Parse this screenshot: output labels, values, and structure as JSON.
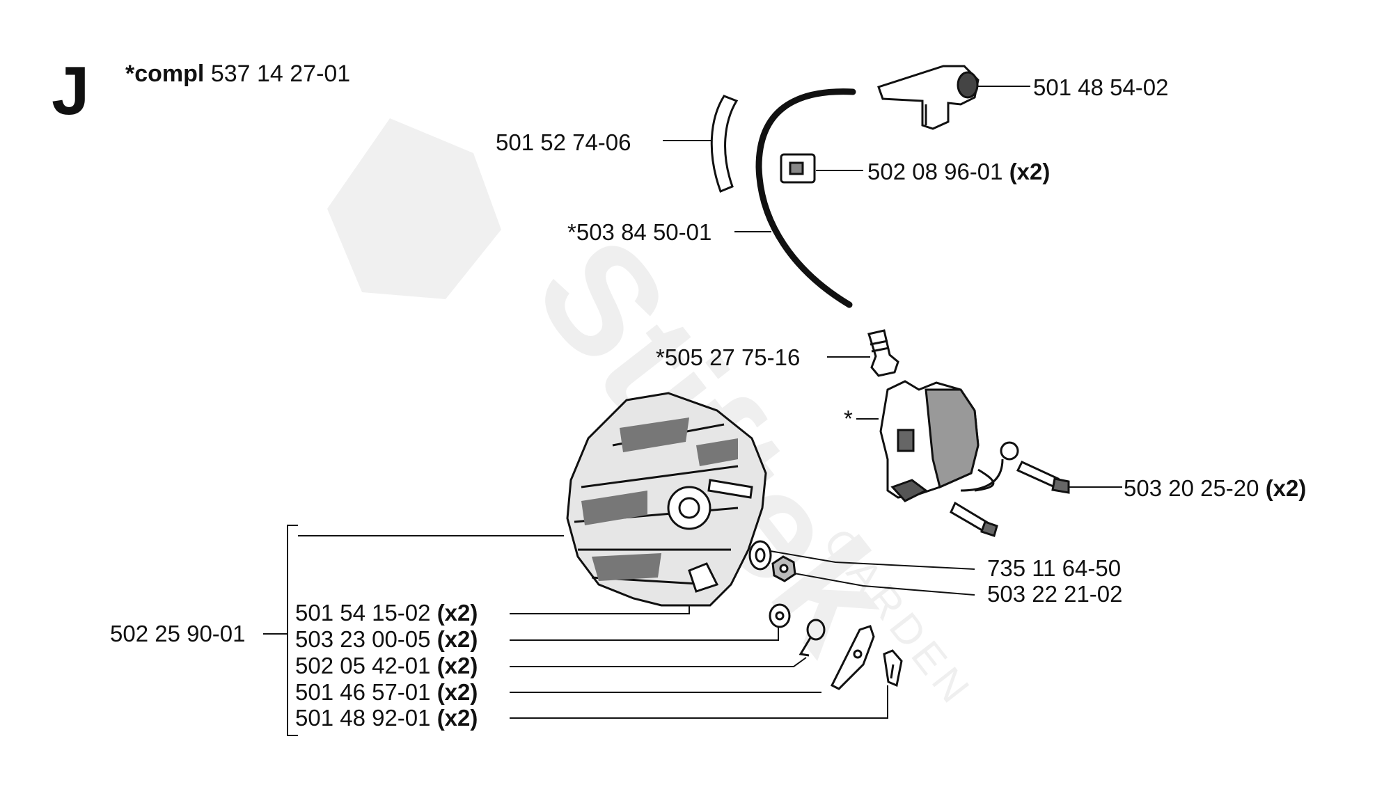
{
  "section_letter": "J",
  "kit": {
    "bold": "*compl",
    "number": "537 14 27-01"
  },
  "watermark": {
    "brand": "Stiftek",
    "sub": "GARDEN"
  },
  "parts": {
    "spark_plug_cap": {
      "number": "501 48 54-02",
      "qty": ""
    },
    "hose": {
      "number": "501 52 74-06",
      "qty": ""
    },
    "clip": {
      "number": "502 08 96-01",
      "qty": "(x2)"
    },
    "ignition_cable": {
      "number": "*503 84 50-01",
      "qty": ""
    },
    "contact_spring": {
      "number": "*505 27 75-16",
      "qty": ""
    },
    "ignition_module": {
      "number": "*",
      "qty": ""
    },
    "module_screw": {
      "number": "503 20 25-20",
      "qty": "(x2)"
    },
    "washer": {
      "number": "735 11 64-50",
      "qty": ""
    },
    "nut": {
      "number": "503 22 21-02",
      "qty": ""
    },
    "flywheel": {
      "number": "502 25 90-01",
      "qty": ""
    },
    "pawl_screw": {
      "number": "501 54 15-02",
      "qty": "(x2)"
    },
    "pawl_washer": {
      "number": "503 23 00-05",
      "qty": "(x2)"
    },
    "pawl_spring": {
      "number": "502 05 42-01",
      "qty": "(x2)"
    },
    "pawl": {
      "number": "501 46 57-01",
      "qty": "(x2)"
    },
    "pawl_clip": {
      "number": "501 48 92-01",
      "qty": "(x2)"
    }
  }
}
